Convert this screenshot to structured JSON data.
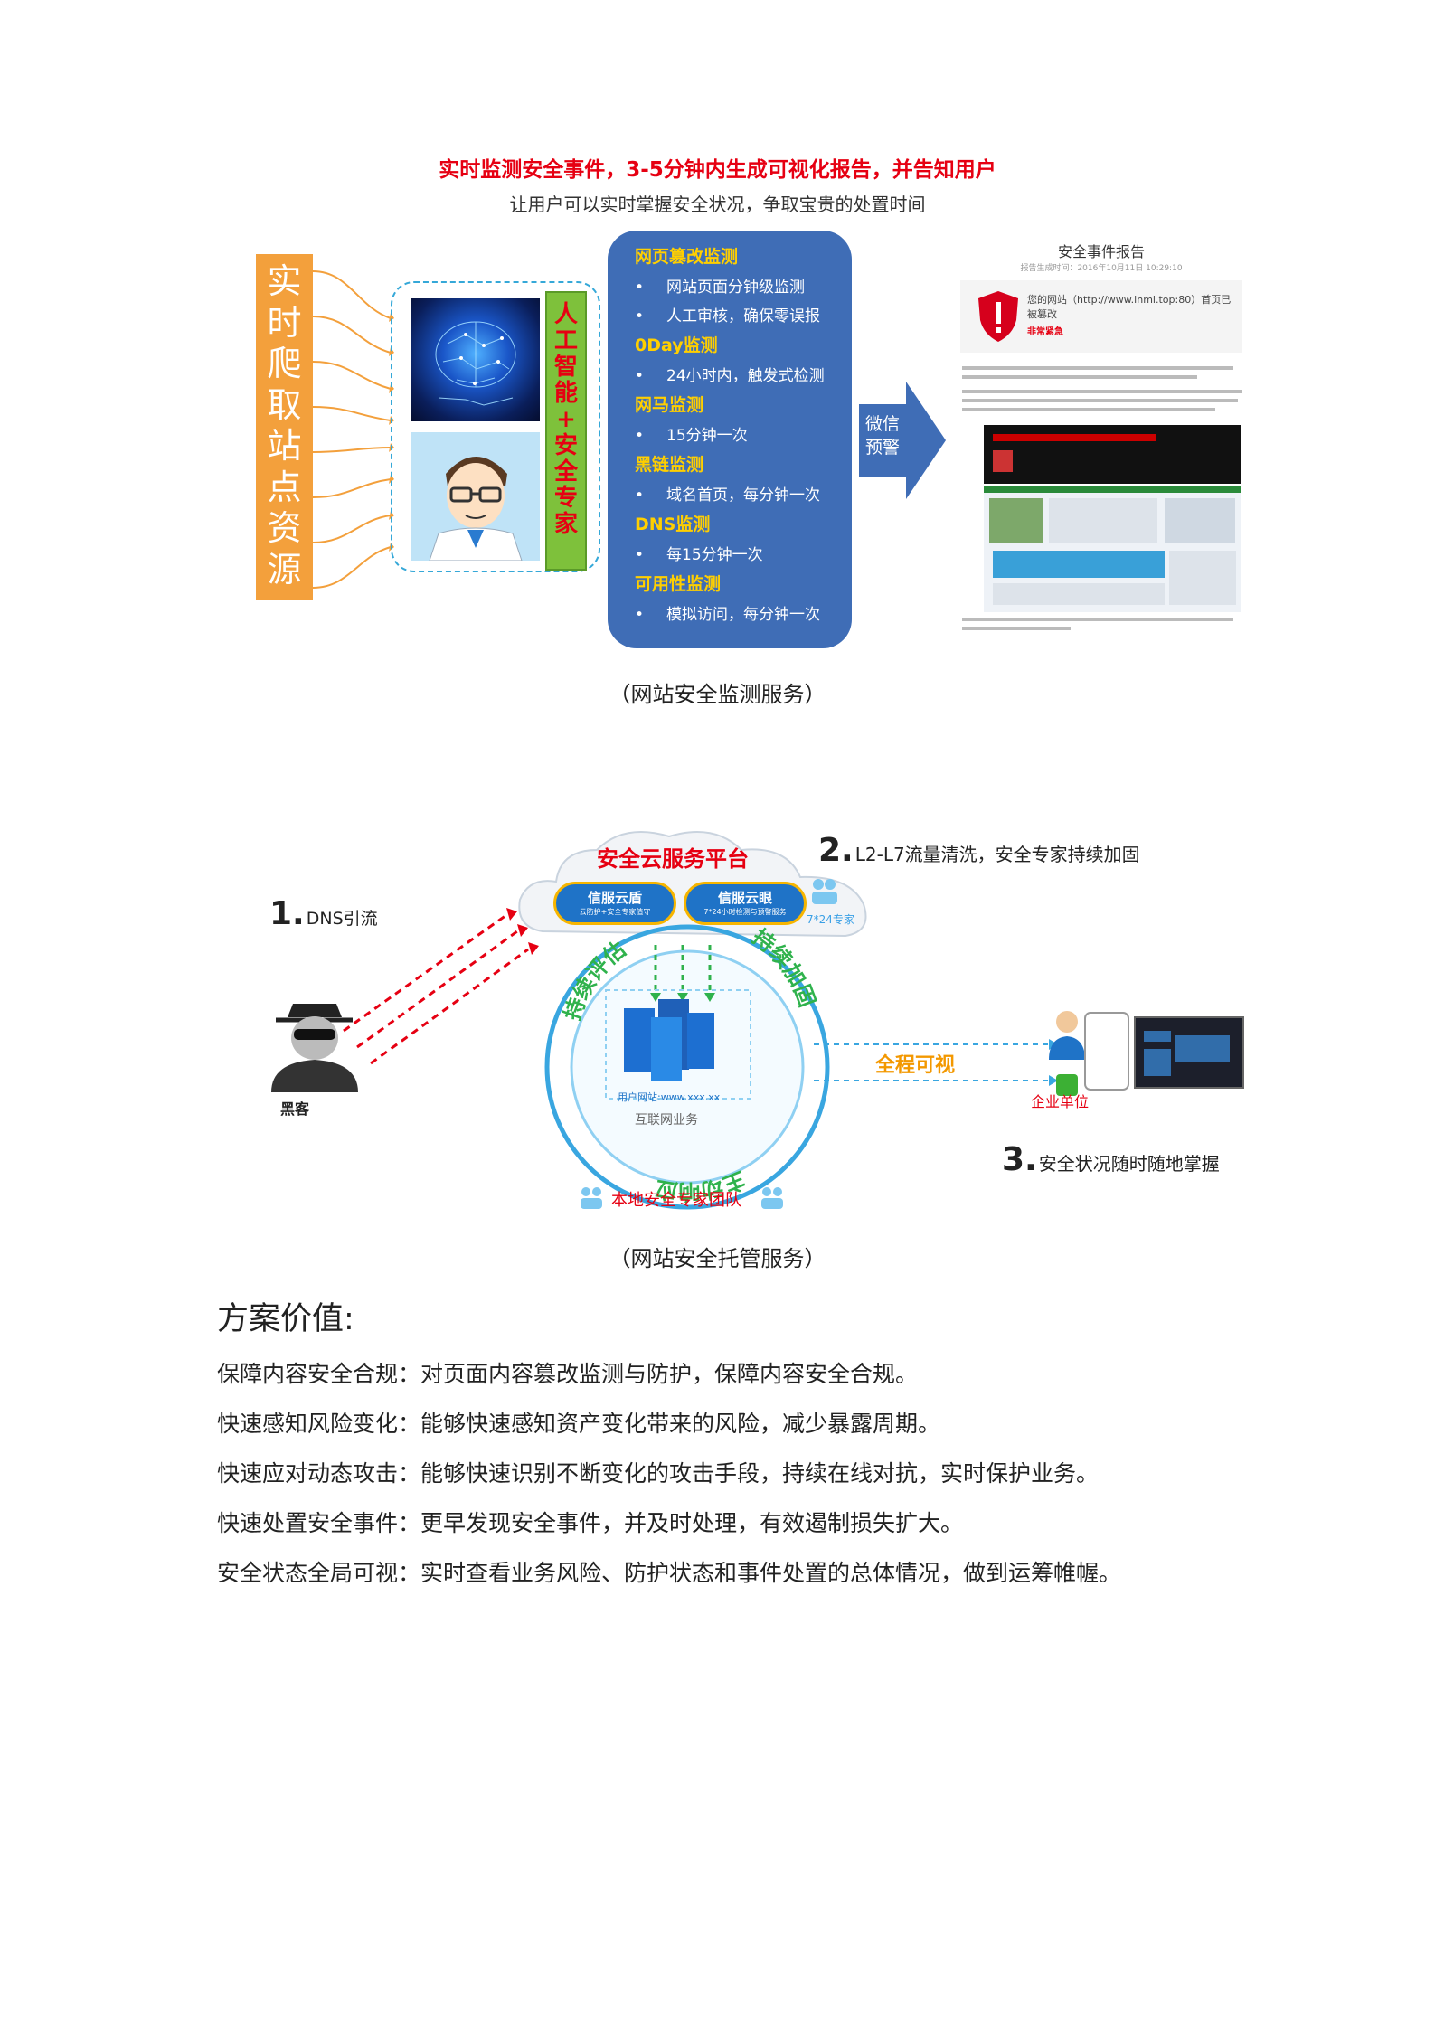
{
  "figure1": {
    "title": "实时监测安全事件，3-5分钟内生成可视化报告，并告知用户",
    "subtitle": "让用户可以实时掌握安全状况，争取宝贵的处置时间",
    "crawl_label": "实时爬取站点资源",
    "ai_label": "人工智能+安全专家",
    "monitors": [
      {
        "heading": "网页篡改监测",
        "items": [
          "网站页面分钟级监测",
          "人工审核，确保零误报"
        ]
      },
      {
        "heading": "0Day监测",
        "items": [
          "24小时内，触发式检测"
        ]
      },
      {
        "heading": "网马监测",
        "items": [
          "15分钟一次"
        ]
      },
      {
        "heading": "黑链监测",
        "items": [
          "域名首页，每分钟一次"
        ]
      },
      {
        "heading": "DNS监测",
        "items": [
          "每15分钟一次"
        ]
      },
      {
        "heading": "可用性监测",
        "items": [
          "模拟访问，每分钟一次"
        ]
      }
    ],
    "bullet": "•",
    "wechat_label": "微信预警",
    "report": {
      "title": "安全事件报告",
      "time": "报告生成时间：2016年10月11日 10:29:10",
      "warning": "您的网站（http://www.inmi.top:80）首页已被篡改",
      "urgent": "非常紧急"
    },
    "caption": "（网站安全监测服务）"
  },
  "figure2": {
    "cloud_title": "安全云服务平台",
    "badge1": {
      "title": "信服云盾",
      "sub": "云防护+安全专家值守"
    },
    "badge2": {
      "title": "信服云眼",
      "sub": "7*24小时检测与预警服务"
    },
    "expert_tag": "7*24专家",
    "step1": {
      "num": "1.",
      "text": "DNS引流"
    },
    "step2": {
      "num": "2.",
      "text": "L2-L7流量清洗，安全专家持续加固"
    },
    "step3": {
      "num": "3.",
      "text": "安全状况随时随地掌握"
    },
    "hacker": "黑客",
    "ring_left": "持续评估",
    "ring_right": "持续加固",
    "ring_bottom": "主动响应",
    "user_site": "用户网站:www.xxx.xx",
    "biz": "互联网业务",
    "fullview": "全程可视",
    "enterprise": "企业单位",
    "local_team": "本地安全专家团队",
    "caption": "（网站安全托管服务）"
  },
  "value": {
    "heading": "方案价值:",
    "lines": [
      "保障内容安全合规：对页面内容篡改监测与防护，保障内容安全合规。",
      "快速感知风险变化：能够快速感知资产变化带来的风险，减少暴露周期。",
      "快速应对动态攻击：能够快速识别不断变化的攻击手段，持续在线对抗，实时保护业务。",
      "快速处置安全事件：更早发现安全事件，并及时处理，有效遏制损失扩大。",
      "安全状态全局可视：实时查看业务风险、防护状态和事件处置的总体情况，做到运筹帷幄。"
    ]
  }
}
